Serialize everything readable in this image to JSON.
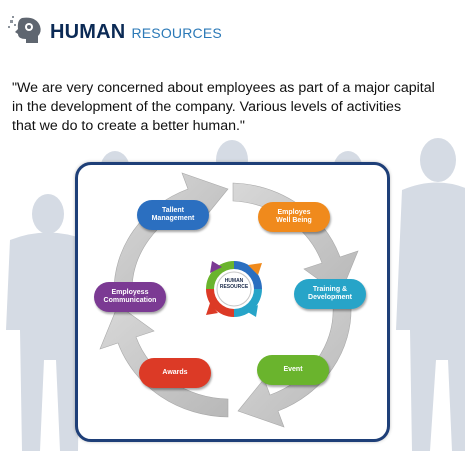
{
  "header": {
    "title_strong": "HUMAN",
    "title_light": "RESOURCES",
    "logo_icon": "gear-head-icon"
  },
  "quote": {
    "lines": [
      "\"We are very concerned about employees as part of a major capital",
      "in the development of the company. Various levels of activities",
      "that we do to create a better human.\""
    ]
  },
  "diagram": {
    "hub": {
      "label": "HUMAN\nRESOURCE"
    },
    "nodes": [
      {
        "label": "Tallent\nManagement",
        "color": "#2b6fc0"
      },
      {
        "label": "Employes\nWell Being",
        "color": "#f08a1c"
      },
      {
        "label": "Training &\nDevelopment",
        "color": "#27a4c8"
      },
      {
        "label": "Event",
        "color": "#6ab42d"
      },
      {
        "label": "Awards",
        "color": "#dc3a26"
      },
      {
        "label": "Employess\nCommunication",
        "color": "#7b3a93"
      }
    ]
  },
  "colors": {
    "panel_border": "#1e3f78",
    "cycle_gray": "#c9c9c9",
    "silhouette": "#d3d9e2"
  }
}
